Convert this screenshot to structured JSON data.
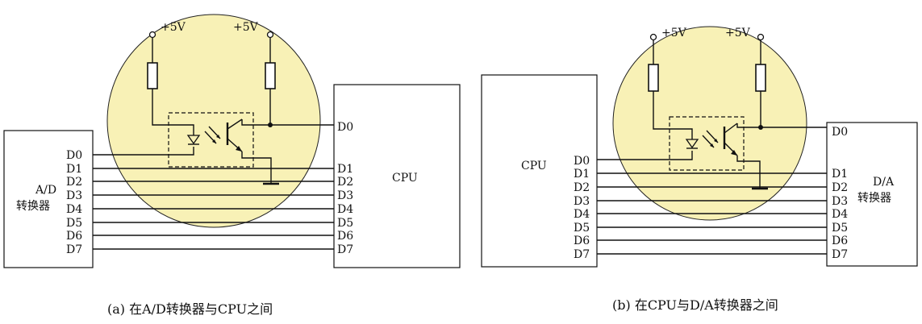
{
  "diagram_a": {
    "adc_title": "A/D",
    "adc_subtitle": "转换器",
    "cpu_label": "CPU",
    "vcc_left": "+5V",
    "vcc_right": "+5V",
    "bus_left": [
      "D0",
      "D1",
      "D2",
      "D3",
      "D4",
      "D5",
      "D6",
      "D7"
    ],
    "bus_right": [
      "D0",
      "D1",
      "D2",
      "D3",
      "D4",
      "D5",
      "D6",
      "D7"
    ],
    "caption": "(a) 在A/D转换器与CPU之间"
  },
  "diagram_b": {
    "cpu_label": "CPU",
    "dac_title": "D/A",
    "dac_subtitle": "转换器",
    "vcc_left": "+5V",
    "vcc_right": "+5V",
    "bus_left": [
      "D0",
      "D1",
      "D2",
      "D3",
      "D4",
      "D5",
      "D6",
      "D7"
    ],
    "bus_right": [
      "D0",
      "D1",
      "D2",
      "D3",
      "D4",
      "D5",
      "D6",
      "D7"
    ],
    "caption": "(b) 在CPU与D/A转换器之间"
  },
  "colors": {
    "highlight_circle": "#f8f1b6",
    "line": "#111111"
  }
}
